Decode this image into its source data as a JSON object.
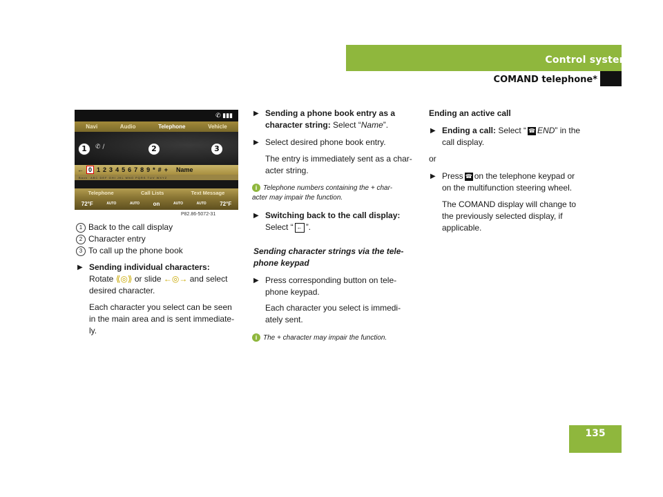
{
  "header": {
    "section_title": "Control systems",
    "subsection_title": "COMAND telephone*",
    "page_number": "135",
    "accent_color": "#8fb73d"
  },
  "screen": {
    "menu": [
      "Navi",
      "Audio",
      "Telephone",
      "Vehicle"
    ],
    "input_text": "/",
    "keys": [
      "0",
      "1",
      "2",
      "3",
      "4",
      "5",
      "6",
      "7",
      "8",
      "9",
      "*",
      "#",
      "+"
    ],
    "name_key": "Name",
    "back_label": "Back",
    "chars_row": "ABC DEF GHI JKL MNO PQRS TUV WXYZ",
    "softkeys": [
      "Telephone",
      "Call Lists",
      "Text Message"
    ],
    "climate": [
      "72°F",
      "AUTO",
      "AUTO",
      "on",
      "AUTO",
      "AUTO",
      "72°F"
    ],
    "callouts": [
      "1",
      "2",
      "3"
    ],
    "image_code": "P82.86-5072-31"
  },
  "col1": {
    "legend": [
      {
        "num": "1",
        "text": "Back to the call display"
      },
      {
        "num": "2",
        "text": "Character entry"
      },
      {
        "num": "3",
        "text": "To call up the phone book"
      }
    ],
    "step1_title": "Sending individual characters:",
    "step1_line1_a": "Rotate",
    "step1_line1_b": "or slide",
    "step1_line1_c": "and select",
    "step1_line2": "desired character.",
    "para1": [
      "Each character you select can be seen",
      "in the main area and is sent immediate-",
      "ly."
    ]
  },
  "col2": {
    "step1_title_a": "Sending a phone book entry as a",
    "step1_title_b": "character string:",
    "step1_tail_a": "Select “",
    "step1_tail_name": "Name",
    "step1_tail_b": "”.",
    "step2": "Select desired phone book entry.",
    "para2": [
      "The entry is immediately sent as a char-",
      "acter string."
    ],
    "note1": [
      "Telephone numbers containing the + char-",
      "acter may impair the function."
    ],
    "step3_title": "Switching back to the call display:",
    "step3_line": "Select “",
    "step3_end": "”.",
    "heading_italic": [
      "Sending character strings via the tele-",
      "phone keypad"
    ],
    "step4": [
      "Press corresponding button on tele-",
      "phone keypad."
    ],
    "para4": [
      "Each character you select is immedi-",
      "ately sent."
    ],
    "note2": "The + character may impair the function."
  },
  "col3": {
    "heading": "Ending an active call",
    "step1_title": "Ending a call:",
    "step1_a": "Select “",
    "step1_end": "END",
    "step1_b": "” in the",
    "step1_line2": "call display.",
    "or": "or",
    "step2_a": "Press",
    "step2_b": "on the telephone keypad or",
    "step2_line2": "on the multifunction steering wheel.",
    "para": [
      "The COMAND display will change to",
      "the previously selected display, if",
      "applicable."
    ]
  }
}
